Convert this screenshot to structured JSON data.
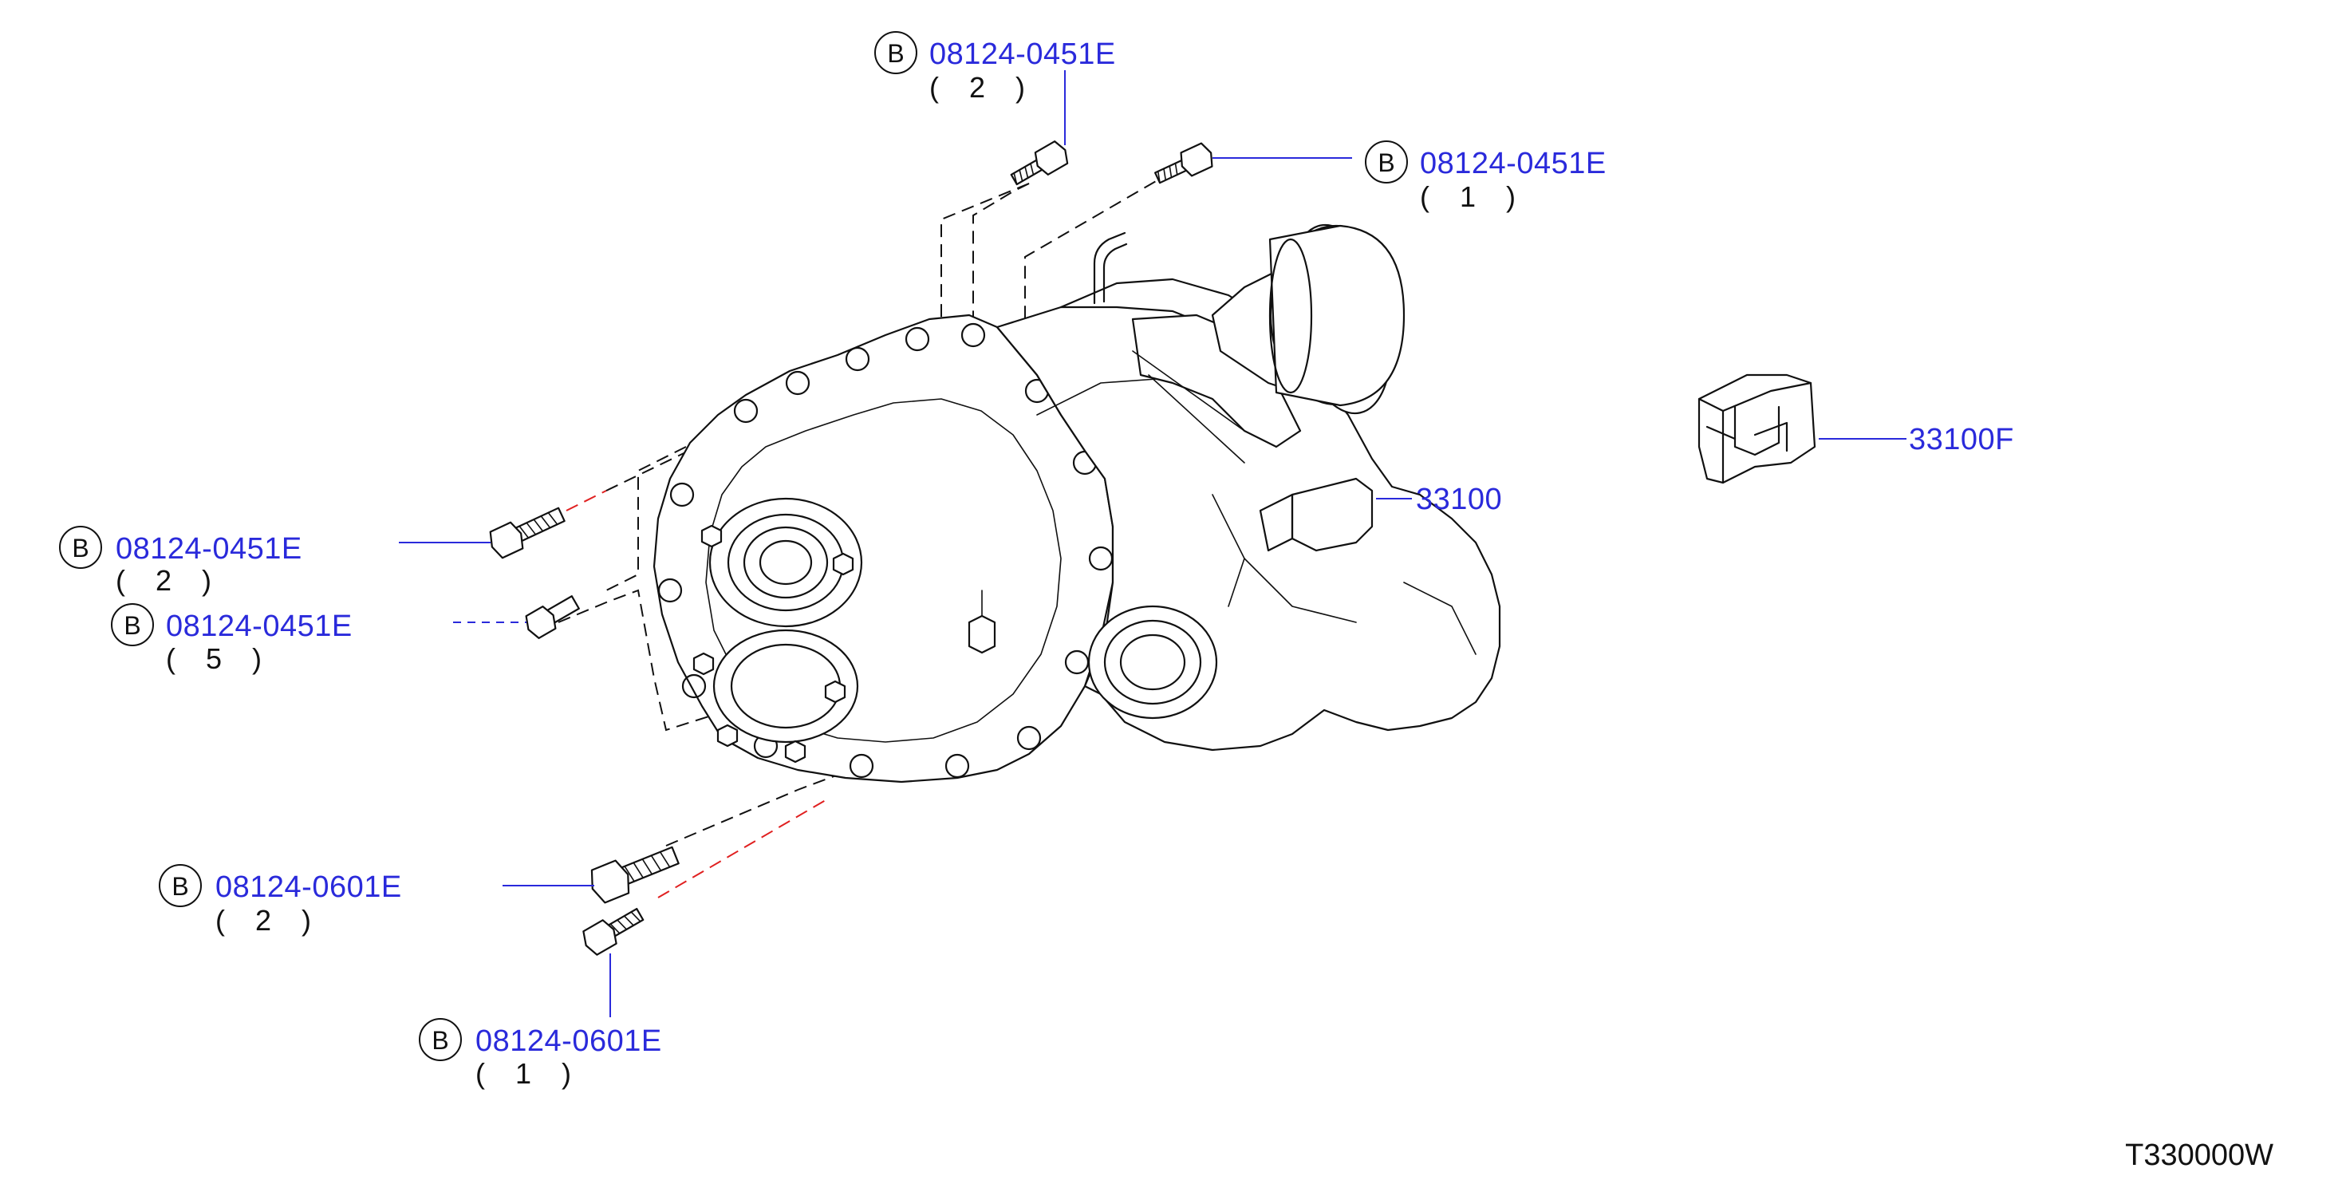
{
  "callouts": [
    {
      "id": "bolt-top-center",
      "prefix": "B",
      "part_number": "08124-0451E",
      "quantity": "( 2 )"
    },
    {
      "id": "bolt-top-right",
      "prefix": "B",
      "part_number": "08124-0451E",
      "quantity": "( 1 )"
    },
    {
      "id": "bolt-left-upper",
      "prefix": "B",
      "part_number": "08124-0451E",
      "quantity": "( 2 )"
    },
    {
      "id": "bolt-left-middle",
      "prefix": "B",
      "part_number": "08124-0451E",
      "quantity": "( 5 )"
    },
    {
      "id": "bolt-lower-left",
      "prefix": "B",
      "part_number": "08124-0601E",
      "quantity": "( 2 )"
    },
    {
      "id": "bolt-bottom",
      "prefix": "B",
      "part_number": "08124-0601E",
      "quantity": "( 1 )"
    }
  ],
  "parts": {
    "transfer_assembly": "33100",
    "cover_component": "33100F"
  },
  "diagram_code": "T330000W",
  "colors": {
    "part_number": "#2a2adb",
    "line_ink": "#111111",
    "red_centerline": "#e02020",
    "background": "#ffffff"
  }
}
